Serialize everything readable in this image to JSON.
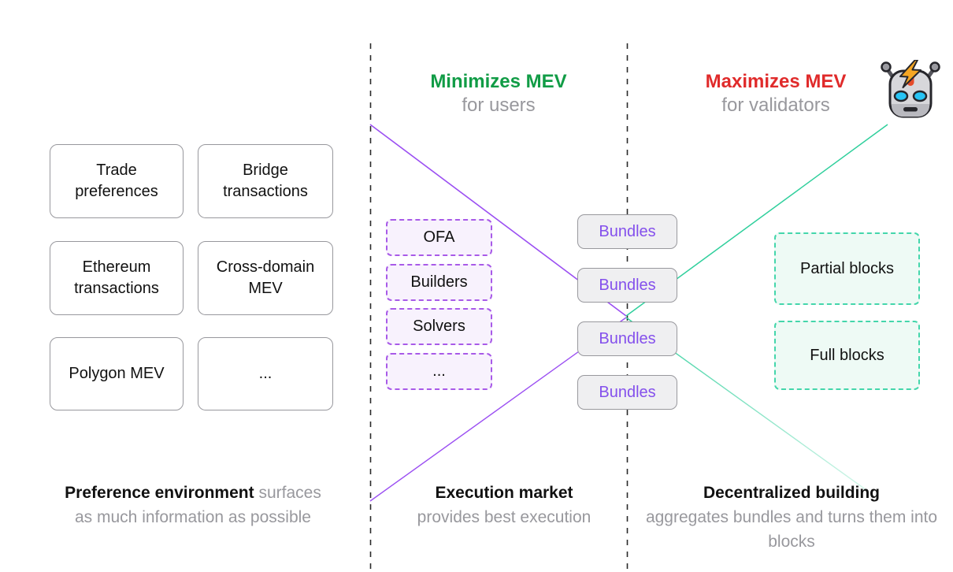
{
  "headers": {
    "minimizes": {
      "title": "Minimizes MEV",
      "subtitle": "for users",
      "title_color": "#119c46"
    },
    "maximizes": {
      "title": "Maximizes MEV",
      "subtitle": "for validators",
      "title_color": "#e02b2b"
    }
  },
  "preference_boxes": [
    "Trade preferences",
    "Bridge transactions",
    "Ethereum transactions",
    "Cross-domain MEV",
    "Polygon MEV",
    "..."
  ],
  "market_boxes": [
    "OFA",
    "Builders",
    "Solvers",
    "..."
  ],
  "bundle_boxes": [
    "Bundles",
    "Bundles",
    "Bundles",
    "Bundles"
  ],
  "block_boxes": [
    "Partial blocks",
    "Full blocks"
  ],
  "captions": {
    "left": {
      "bold": "Preference environment",
      "gray_line1": "surfaces",
      "gray_line2": "as much information as possible"
    },
    "middle": {
      "bold": "Execution market",
      "gray": "provides best execution"
    },
    "right": {
      "bold": "Decentralized building",
      "gray": "aggregates bundles and turns them into blocks"
    }
  },
  "colors": {
    "purple_line": "#9b4ff2",
    "green_line": "#2fcf9c",
    "bundle_text": "#8450ec",
    "purple_dashed_border": "#a85ae8",
    "teal_dashed_border": "#44d6ab",
    "divider": "#2a2a2a",
    "gray_text": "#98989d"
  },
  "icons": {
    "robot": "robot-head-with-lightning-bolt"
  }
}
